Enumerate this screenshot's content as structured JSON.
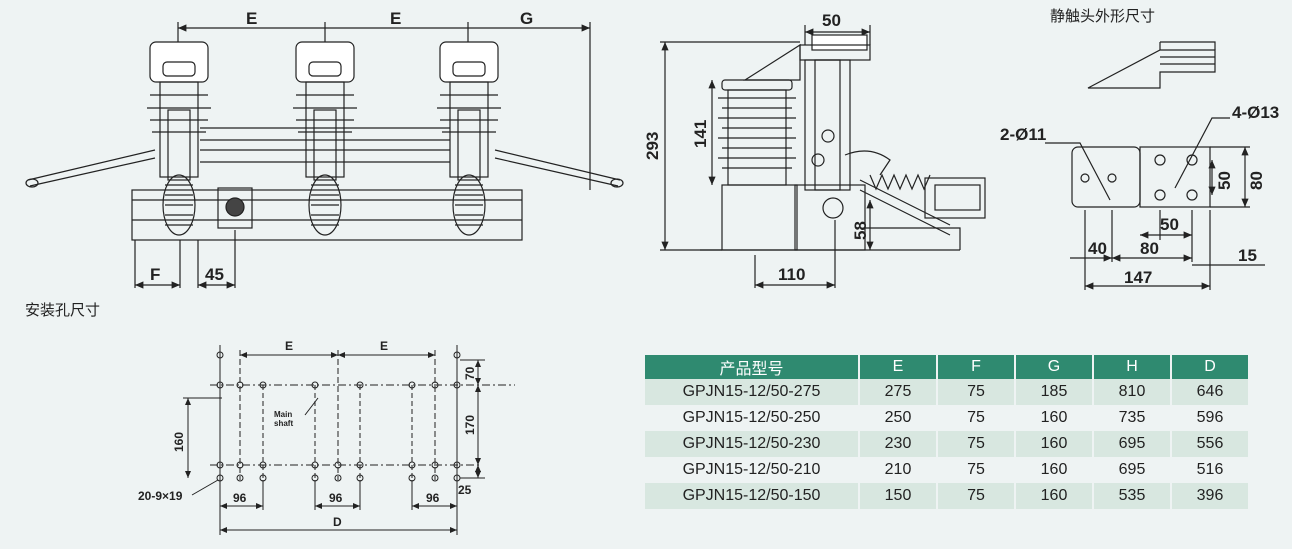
{
  "front_view": {
    "dim_e1": "E",
    "dim_e2": "E",
    "dim_g": "G",
    "dim_f": "F",
    "dim_45": "45"
  },
  "side_view": {
    "dim_50": "50",
    "dim_293": "293",
    "dim_141": "141",
    "dim_58": "58",
    "dim_110": "110"
  },
  "contact_view": {
    "title": "静触头外形尺寸",
    "hole_small": "2-Ø11",
    "hole_large": "4-Ø13",
    "dims": {
      "d50_v": "50",
      "d80_v": "80",
      "d50_h": "50",
      "d40": "40",
      "d80_h": "80",
      "d15": "15",
      "d147": "147"
    }
  },
  "mount_view": {
    "title": "安装孔尺寸",
    "dim_e1": "E",
    "dim_e2": "E",
    "dim_70": "70",
    "dim_160": "160",
    "dim_170": "170",
    "main_shaft": [
      "Main",
      "shaft"
    ],
    "holes": "20-9×19",
    "dim_96a": "96",
    "dim_96b": "96",
    "dim_96c": "96",
    "dim_25": "25",
    "dim_d": "D"
  },
  "table": {
    "headers": [
      "产品型号",
      "E",
      "F",
      "G",
      "H",
      "D"
    ],
    "rows": [
      [
        "GPJN15-12/50-275",
        "275",
        "75",
        "185",
        "810",
        "646"
      ],
      [
        "GPJN15-12/50-250",
        "250",
        "75",
        "160",
        "735",
        "596"
      ],
      [
        "GPJN15-12/50-230",
        "230",
        "75",
        "160",
        "695",
        "556"
      ],
      [
        "GPJN15-12/50-210",
        "210",
        "75",
        "160",
        "695",
        "516"
      ],
      [
        "GPJN15-12/50-150",
        "150",
        "75",
        "160",
        "535",
        "396"
      ]
    ]
  },
  "colors": {
    "header": "#2f8a70",
    "alt_row": "#d8e7e0",
    "background": "#eef3f3"
  }
}
